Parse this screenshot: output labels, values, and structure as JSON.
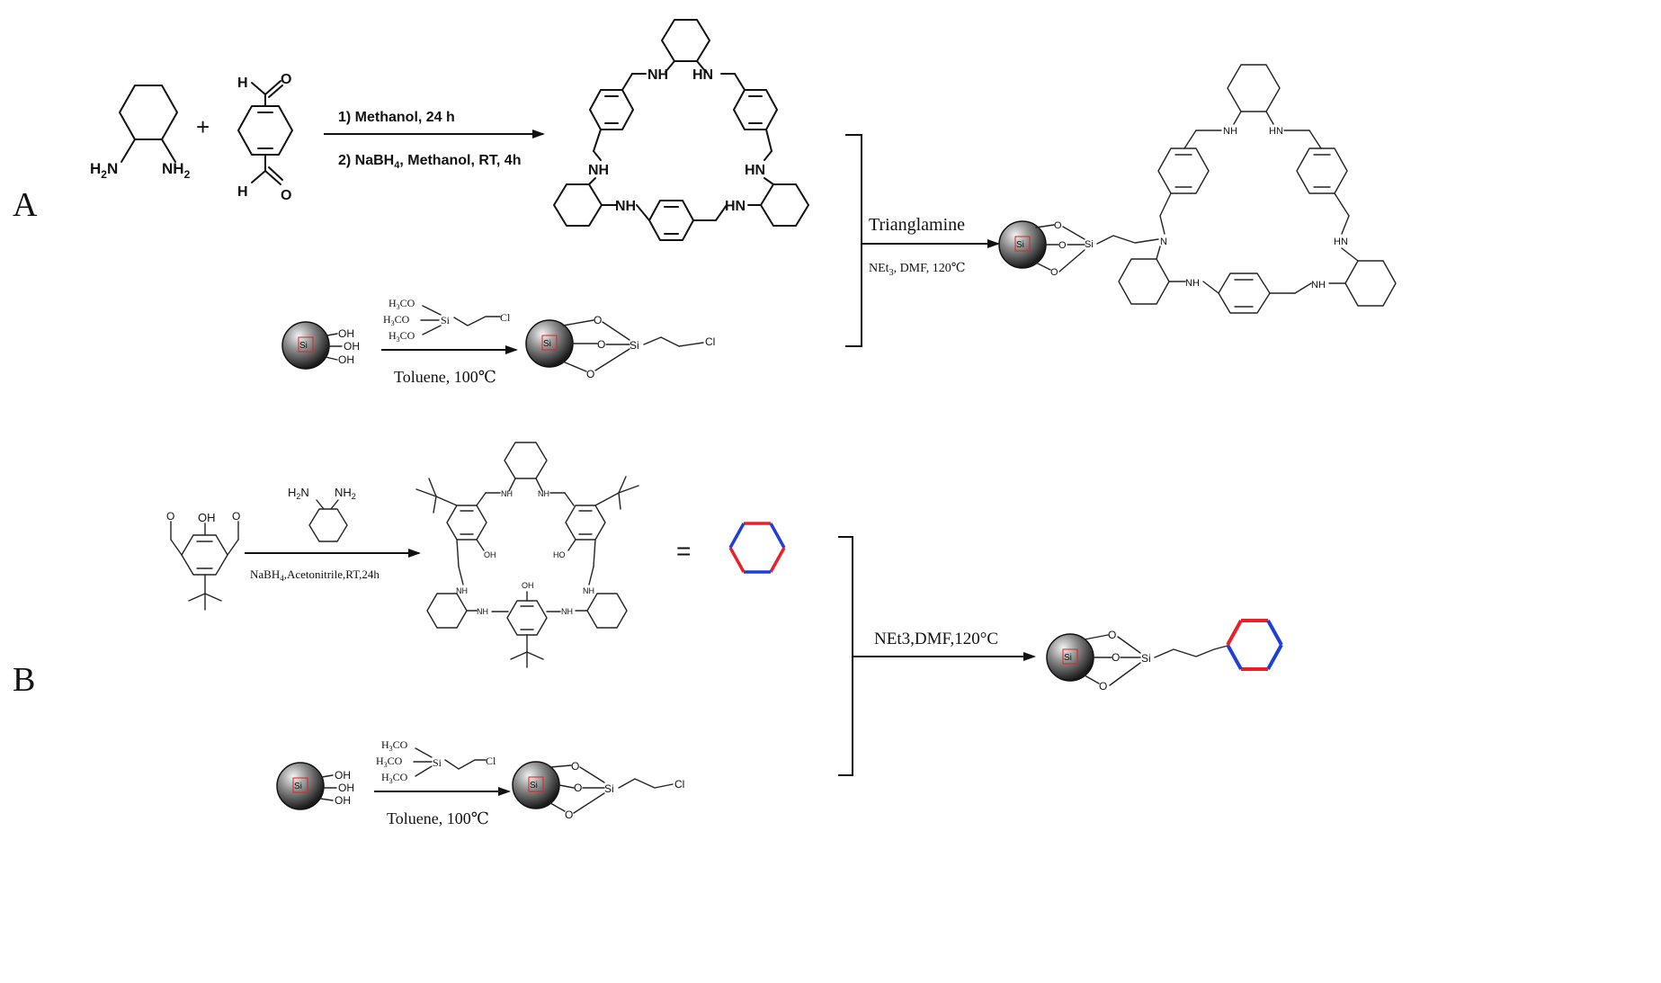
{
  "panel_a": {
    "letter": "A",
    "step1_cond1": "1) Methanol,  24 h",
    "step1_cond2": "2) NaBH",
    "step1_cond2_sub": "4",
    "step1_cond2_rest": ", Methanol, RT,  4h",
    "diamine_nh2_left": "H",
    "diamine_nh2_left_sub": "2",
    "diamine_nh2_left_n": "N",
    "diamine_nh2_right": "NH",
    "diamine_nh2_right_sub": "2",
    "plus": "+",
    "aldehyde_h": "H",
    "aldehyde_o": "O",
    "macro_nh_labels": [
      "NH",
      "HN",
      "NH",
      "HN",
      "NH",
      "HN"
    ],
    "silica_label": "Si",
    "oh_labels": [
      "OH",
      "OH",
      "OH"
    ],
    "silane_h3co": [
      "H",
      "3",
      "CO"
    ],
    "silane_si": "Si",
    "silane_cl": "Cl",
    "step2_cond": "Toluene, 100℃",
    "bridge_o": "O",
    "bridge_si": "Si",
    "bridge_cl": "Cl",
    "coupling_label": "Trianglamine",
    "coupling_cond": "NEt",
    "coupling_cond_sub": "3",
    "coupling_cond_rest": ", DMF, 120℃",
    "product_n": "N",
    "product_nh": [
      "NH",
      "HN",
      "HN",
      "NH",
      "NH"
    ]
  },
  "panel_b": {
    "letter": "B",
    "reagent_nh2": [
      "H",
      "2",
      "N",
      "NH",
      "2"
    ],
    "phenol_oh": "OH",
    "ald_o": "O",
    "step1_cond": "NaBH",
    "step1_cond_sub": "4",
    "step1_cond_rest": ",Acetonitrile,RT,24h",
    "macro_nh": [
      "NH",
      "NH",
      "NH",
      "NH",
      "NH",
      "NH"
    ],
    "macro_oh": [
      "OH",
      "HO",
      "OH"
    ],
    "equals": "=",
    "silica_label": "Si",
    "oh_labels": [
      "OH",
      "OH",
      "OH"
    ],
    "silane_si": "Si",
    "silane_cl": "Cl",
    "step2_cond": "Toluene, 100℃",
    "bridge_o": "O",
    "bridge_si": "Si",
    "bridge_cl": "Cl",
    "coupling_cond": "NEt3,DMF,120°C",
    "colors": {
      "red": "#e8202a",
      "blue": "#1f3fd6"
    }
  }
}
